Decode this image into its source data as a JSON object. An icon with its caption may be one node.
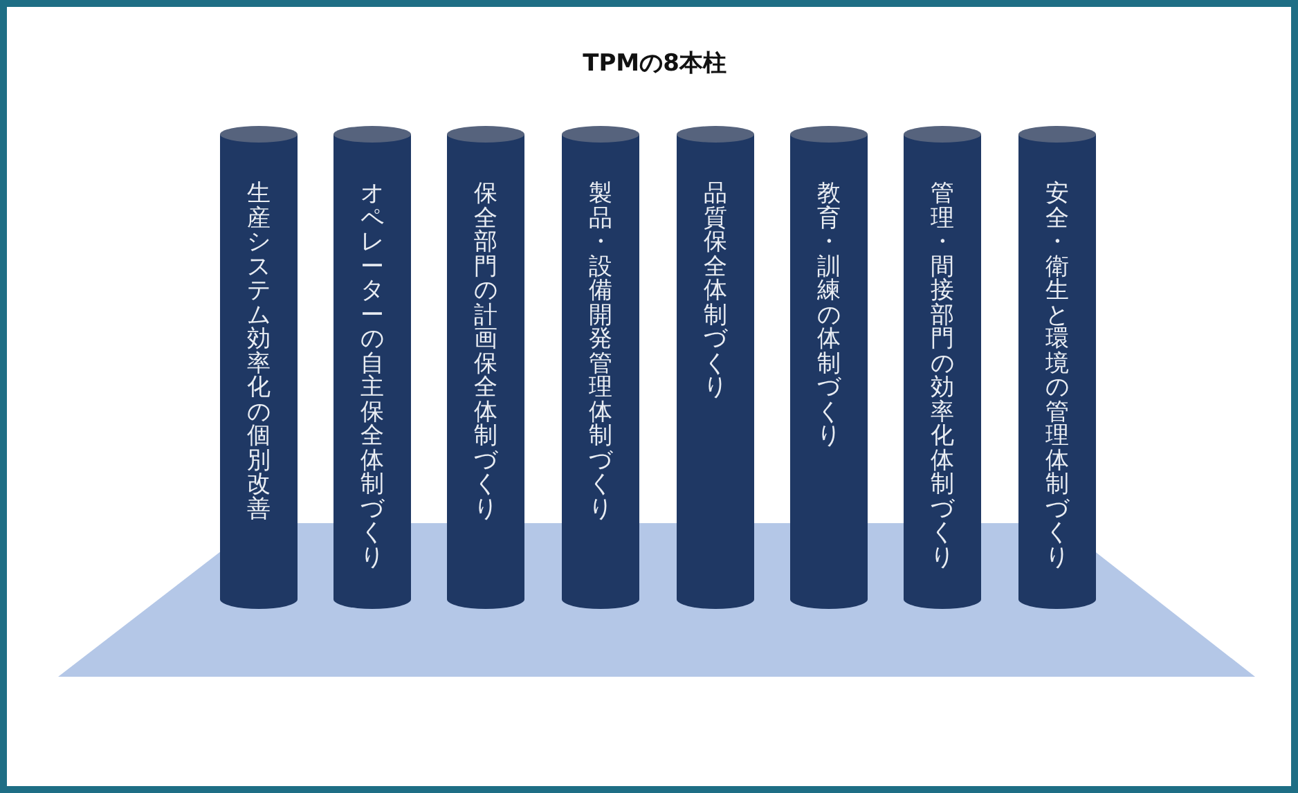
{
  "diagram": {
    "title": "TPMの8本柱",
    "nodes": [
      {
        "text": [
          "生産システム効率化の個別改善"
        ]
      },
      {
        "text": [
          "オペレーターの自主保全体制づくり"
        ]
      },
      {
        "text": [
          "保全部門の計画保全体制づくり"
        ]
      },
      {
        "text": [
          "製品・設備開発管理体制づくり"
        ]
      },
      {
        "text": [
          "品質保全体制づくり"
        ]
      },
      {
        "text": [
          "教育・訓練の体制づくり"
        ]
      },
      {
        "text": [
          "管理・間接部門の効率化体制づくり"
        ]
      },
      {
        "text": [
          "安全・衛生と環境の管理体制づくり"
        ]
      },
      {
        "text": [],
        "shape": "trapezoid"
      }
    ]
  }
}
